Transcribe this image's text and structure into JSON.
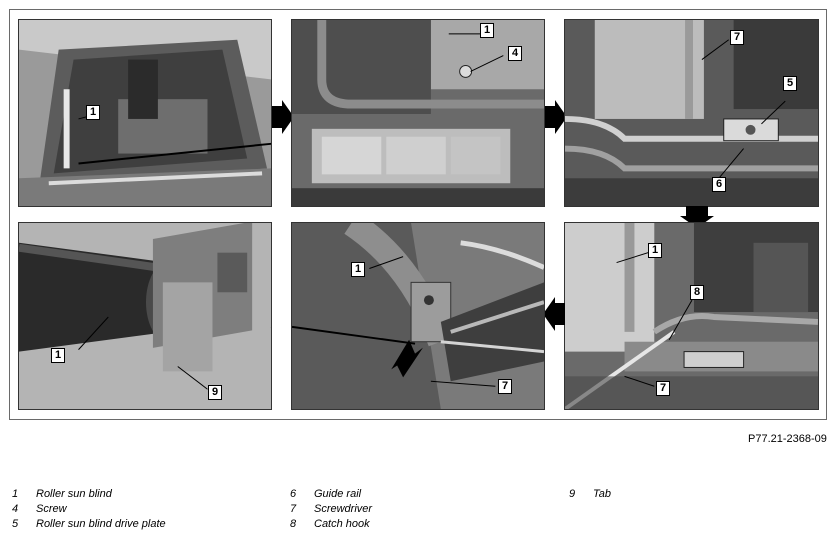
{
  "callouts": {
    "p1_1": "1",
    "p2_1": "1",
    "p2_4": "4",
    "p3_7": "7",
    "p3_5": "5",
    "p3_6": "6",
    "p4_1": "1",
    "p4_8": "8",
    "p4_7": "7",
    "p5_1": "1",
    "p5_7": "7",
    "p6_1": "1",
    "p6_9": "9"
  },
  "reference": "P77.21-2368-09",
  "legend": {
    "col1": [
      {
        "num": "1",
        "label": "Roller sun blind"
      },
      {
        "num": "4",
        "label": "Screw"
      },
      {
        "num": "5",
        "label": "Roller sun blind drive plate"
      }
    ],
    "col2": [
      {
        "num": "6",
        "label": "Guide rail"
      },
      {
        "num": "7",
        "label": "Screwdriver"
      },
      {
        "num": "8",
        "label": "Catch hook"
      }
    ],
    "col3": [
      {
        "num": "9",
        "label": "Tab"
      }
    ]
  }
}
